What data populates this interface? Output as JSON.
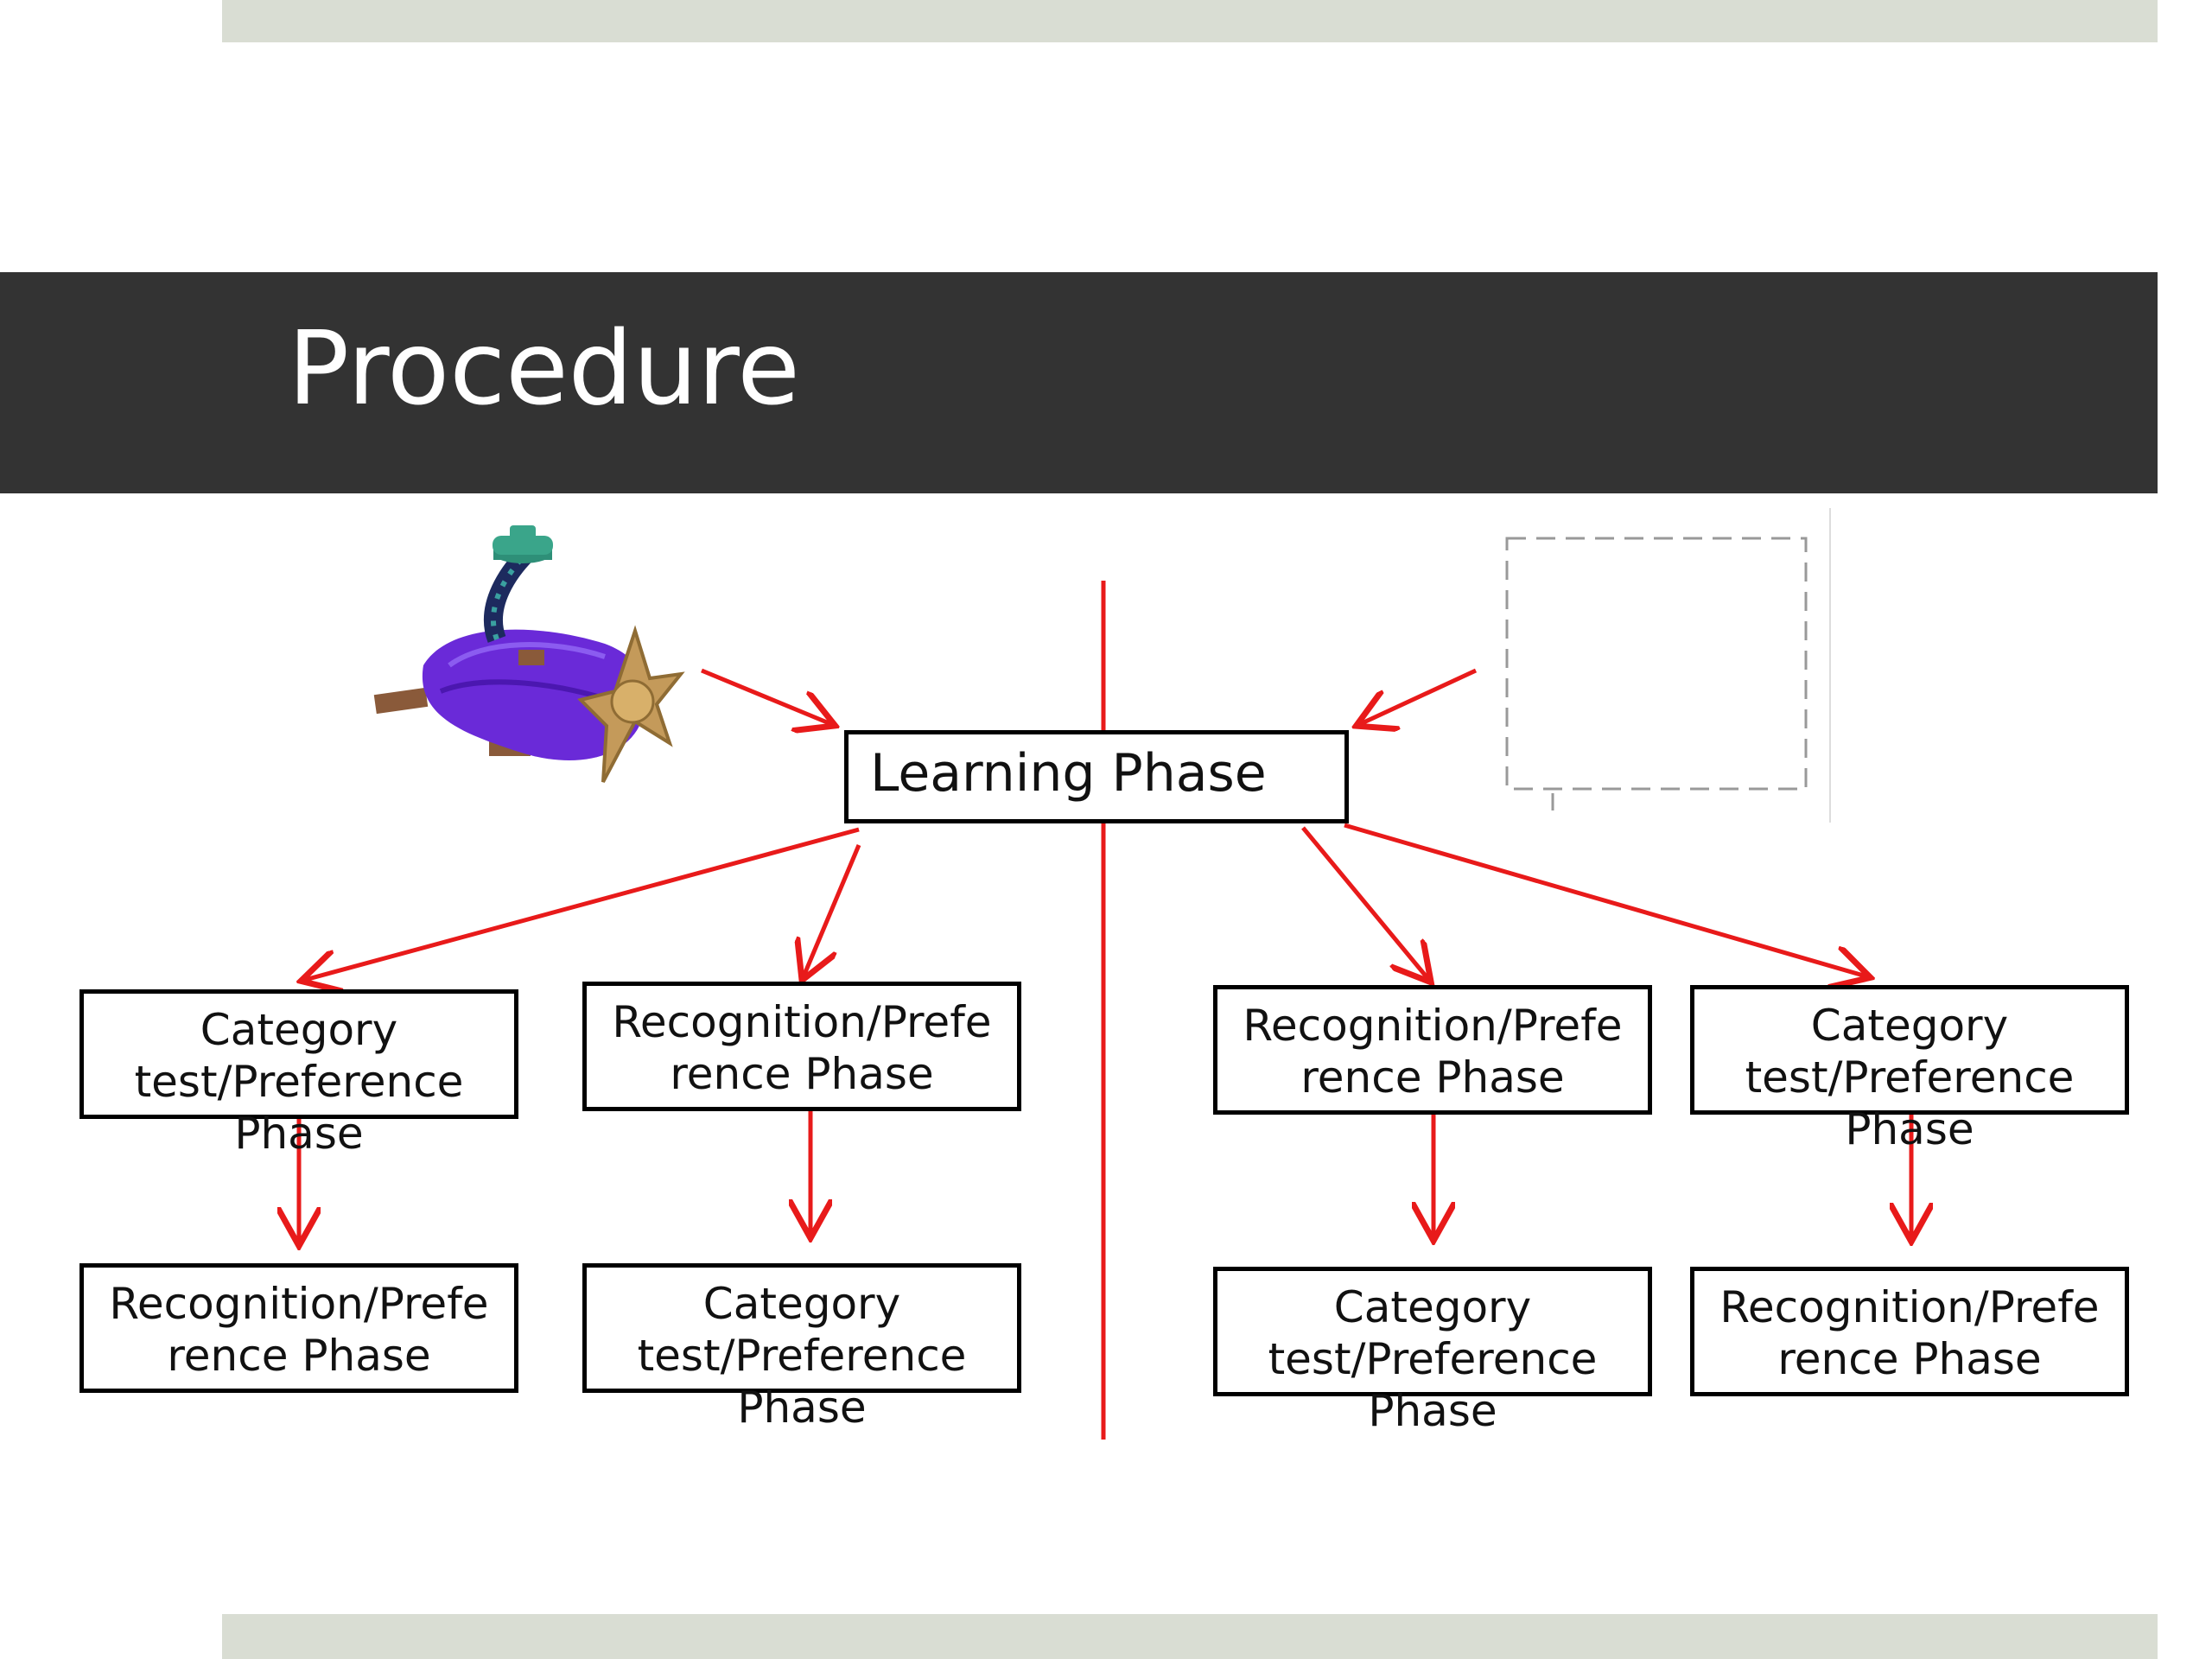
{
  "slide": {
    "title": "Procedure",
    "colors": {
      "title_band": "#333333",
      "accent_bars": "#d9ddd3",
      "arrows": "#e81a1a",
      "divider": "#e81a1a",
      "box_border": "#000000"
    }
  },
  "diagram": {
    "learning_phase": "Learning Phase",
    "left": {
      "branch_1": {
        "top": "Category test/Preference Phase",
        "bottom": "Recognition/Preference Phase"
      },
      "branch_2": {
        "top": "Recognition/Preference Phase",
        "bottom": "Category test/Preference Phase"
      }
    },
    "right": {
      "branch_1": {
        "top": "Recognition/Preference Phase",
        "bottom": "Category test/Preference Phase"
      },
      "branch_2": {
        "top": "Category test/Preference Phase",
        "bottom": "Recognition/Preference Phase"
      }
    },
    "images": {
      "left": "novel-object-icon",
      "right": "empty-image-placeholder"
    }
  }
}
